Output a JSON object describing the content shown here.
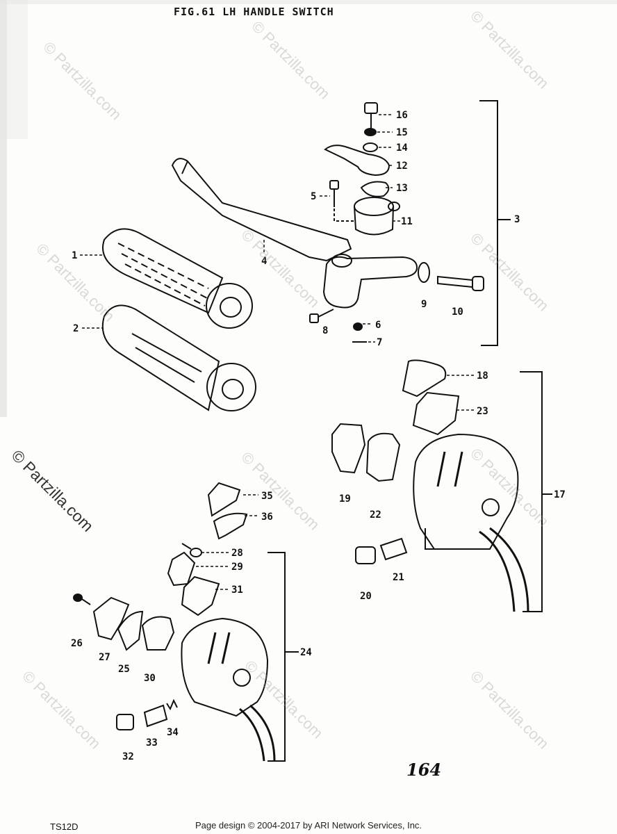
{
  "figure": {
    "title": "FIG.61  LH HANDLE SWITCH",
    "page_number": "164",
    "model_code": "TS12D"
  },
  "footer": {
    "copyright": "Page design © 2004-2017 by ARI Network Services, Inc."
  },
  "watermarks": {
    "light_text": "© Partzilla.com",
    "dark_text": "© Partzilla.com"
  },
  "callouts": {
    "c1": "1",
    "c2": "2",
    "c3": "3",
    "c4": "4",
    "c5": "5",
    "c6": "6",
    "c7": "7",
    "c8": "8",
    "c9": "9",
    "c10": "10",
    "c11": "11",
    "c12": "12",
    "c13": "13",
    "c14": "14",
    "c15": "15",
    "c16": "16",
    "c17": "17",
    "c18": "18",
    "c19": "19",
    "c20": "20",
    "c21": "21",
    "c22": "22",
    "c23": "23",
    "c24": "24",
    "c25": "25",
    "c26": "26",
    "c27": "27",
    "c28": "28",
    "c29": "29",
    "c30": "30",
    "c31": "31",
    "c32": "32",
    "c33": "33",
    "c34": "34",
    "c35": "35",
    "c36": "36"
  },
  "colors": {
    "ink": "#111111",
    "paper": "#fdfdfb",
    "watermark": "#969696"
  }
}
